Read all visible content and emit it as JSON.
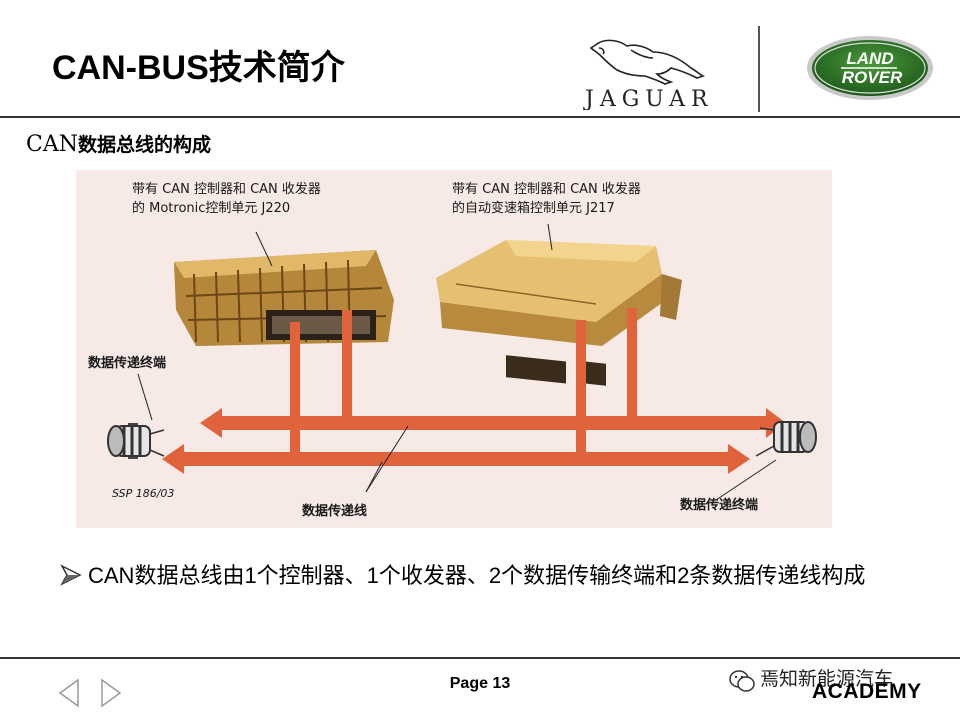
{
  "header": {
    "title": "CAN-BUS技术简介",
    "jaguar_text": "JAGUAR",
    "landrover_line1": "LAND",
    "landrover_line2": "ROVER"
  },
  "subtitle": {
    "latin": "CAN",
    "cjk": "数据总线的构成"
  },
  "diagram": {
    "ecu1_label_line1": "带有 CAN 控制器和 CAN 收发器",
    "ecu1_label_line2": "的 Motronic控制单元 J220",
    "ecu2_label_line1": "带有 CAN 控制器和 CAN 收发器",
    "ecu2_label_line2": "的自动变速箱控制单元 J217",
    "terminator_left_label": "数据传递终端",
    "terminator_right_label": "数据传递终端",
    "bus_lines_label": "数据传递线",
    "ssp_code": "SSP 186/03",
    "colors": {
      "bus_line": "#e0633c",
      "background": "#f6e9e6",
      "ecu_body": "#c89a4a"
    }
  },
  "bullet": {
    "text": "CAN数据总线由1个控制器、1个收发器、2个数据传输终端和2条数据传递线构成"
  },
  "footer": {
    "page_label": "Page 13",
    "watermark": "焉知新能源汽车",
    "academy": "ACADEMY"
  }
}
